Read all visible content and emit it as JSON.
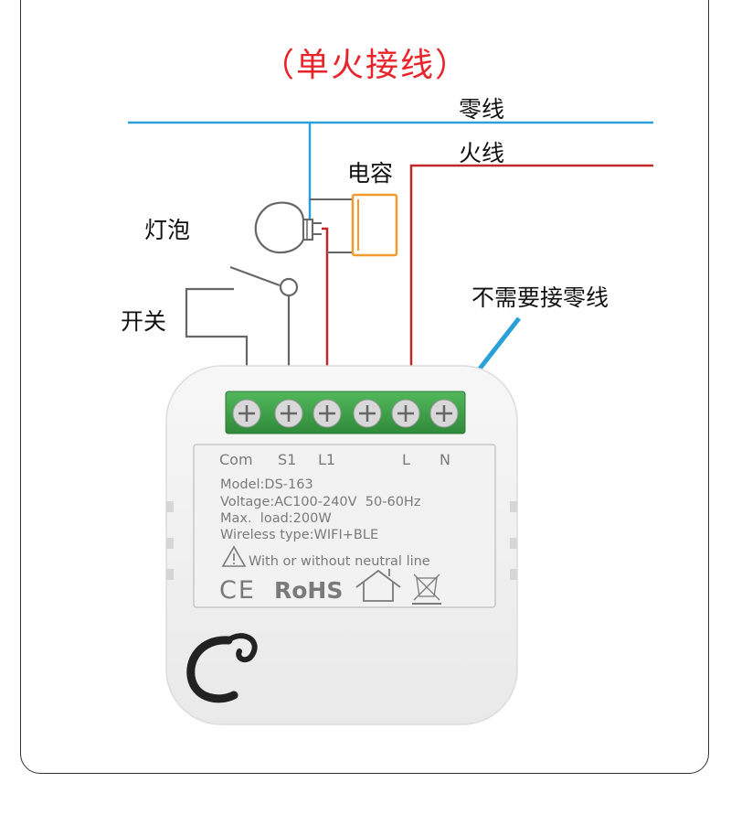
{
  "title": "（单火接线）",
  "labels": {
    "neutral_wire": "零线",
    "live_wire": "火线",
    "capacitor": "电容",
    "bulb": "灯泡",
    "switch": "开关",
    "no_neutral_needed": "不需要接零线"
  },
  "device": {
    "terminals": [
      "Com",
      "S1",
      "L1",
      "L",
      "N"
    ],
    "model": "Model:DS-163",
    "voltage": "Voltage:AC100-240V  50-60Hz",
    "max_load": "Max.  load:200W",
    "wireless": "Wireless type:WIFI+BLE",
    "neutral_note": "With or without neutral line",
    "ce_mark": "CE",
    "rohs_mark": "RoHS"
  },
  "colors": {
    "neutral": "#2a9fd8",
    "live": "#c0272d",
    "capacitor": "#f29a2e",
    "wire_gray": "#666666",
    "title_red": "#e8242b",
    "terminal_green": "#3ea24a",
    "arrow_blue": "#2a9fd8"
  }
}
